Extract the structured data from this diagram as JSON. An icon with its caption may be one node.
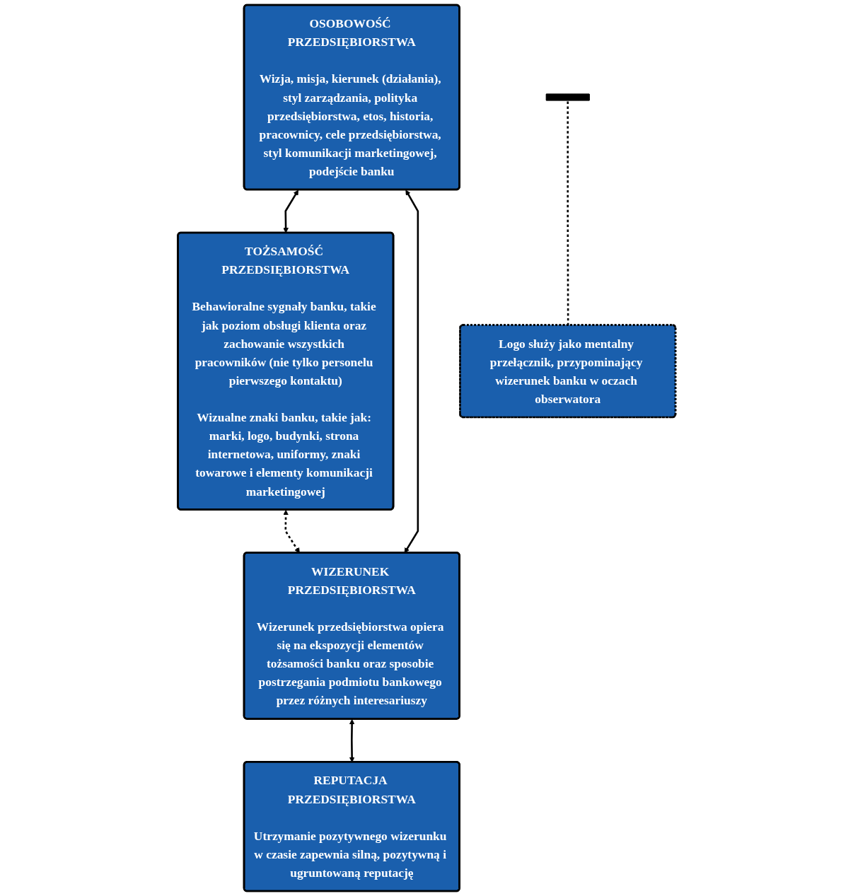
{
  "diagram": {
    "nodes": [
      {
        "text": [
          "OSOBOWOŚĆ PRZEDSIĘBIORSTWA",
          "Wizja, misja, kierunek (działania), styl zarządzania, polityka przedsiębiorstwa, etos, historia, pracownicy, cele przedsiębiorstwa, styl komunikacji marketingowej, podejście banku"
        ]
      },
      {
        "text": [
          "TOŻSAMOŚĆ PRZEDSIĘBIORSTWA",
          "Behawioralne sygnały banku, takie jak poziom obsługi klienta oraz zachowanie wszystkich pracowników (nie tylko personelu pierwszego kontaktu)",
          "Wizualne znaki banku, takie jak: marki, logo, budynki, strona internetowa, uniformy, znaki towarowe i elementy komunikacji marketingowej"
        ]
      },
      {
        "text": [
          "WIZERUNEK PRZEDSIĘBIORSTWA",
          "Wizerunek przedsiębiorstwa opiera się na ekspozycji elementów tożsamości banku oraz sposobie postrzegania podmiotu bankowego przez różnych interesariuszy"
        ]
      },
      {
        "text": [],
        "shape": "bar"
      },
      {
        "text": [
          "Logo służy jako mentalny przełącznik, przypominający wizerunek banku w oczach obserwatora"
        ]
      },
      {
        "text": [
          "REPUTACJA PRZEDSIĘBIORSTWA",
          "Utrzymanie pozytywnego wizerunku w czasie zapewnia silną, pozytywną i ugruntowaną reputację"
        ]
      }
    ],
    "edges": [
      {
        "from": 0,
        "to": 1,
        "arrow": "both"
      },
      {
        "from": 0,
        "to": 2,
        "arrow": "both"
      },
      {
        "from": 1,
        "to": 2,
        "arrow": "both",
        "style": "dashed"
      },
      {
        "from": 3,
        "to": 4,
        "arrow": "none",
        "style": "dashed"
      },
      {
        "from": 2,
        "to": 5,
        "arrow": "both"
      }
    ]
  }
}
